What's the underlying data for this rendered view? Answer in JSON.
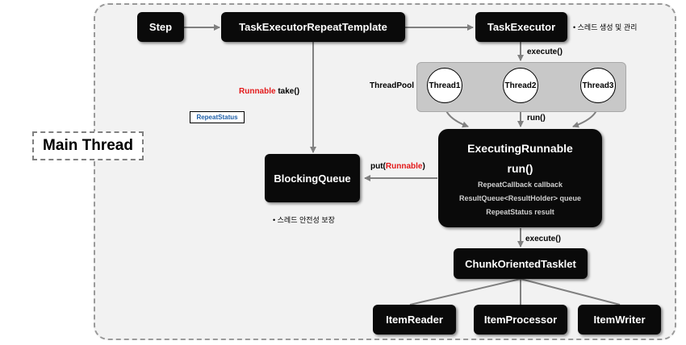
{
  "main_thread": "Main Thread",
  "nodes": {
    "step": "Step",
    "task_executor_repeat_template": "TaskExecutorRepeatTemplate",
    "task_executor": "TaskExecutor",
    "blocking_queue": "BlockingQueue",
    "executing_runnable": {
      "title": "ExecutingRunnable",
      "method": "run()",
      "fields": [
        "RepeatCallback callback",
        "ResultQueue<ResultHolder> queue",
        "RepeatStatus result"
      ]
    },
    "chunk_oriented_tasklet": "ChunkOrientedTasklet",
    "item_reader": "ItemReader",
    "item_processor": "ItemProcessor",
    "item_writer": "ItemWriter"
  },
  "thread_pool": {
    "label": "ThreadPool",
    "threads": [
      "Thread1",
      "Thread2",
      "Thread3"
    ]
  },
  "labels": {
    "execute_1": "execute()",
    "run": "run()",
    "execute_2": "execute()",
    "put_prefix": "put(",
    "put_arg": "Runnable",
    "put_suffix": ")",
    "take_arg": "Runnable",
    "take_method": "take()",
    "repeat_status": "RepeatStatus"
  },
  "notes": {
    "task_executor": "•  스레드 생성 및 관리",
    "blocking_queue": "•  스레드 안전성 보장"
  },
  "colors": {
    "highlight": "#e3191a",
    "box": "#0a0a0a",
    "arrow": "#808080"
  }
}
